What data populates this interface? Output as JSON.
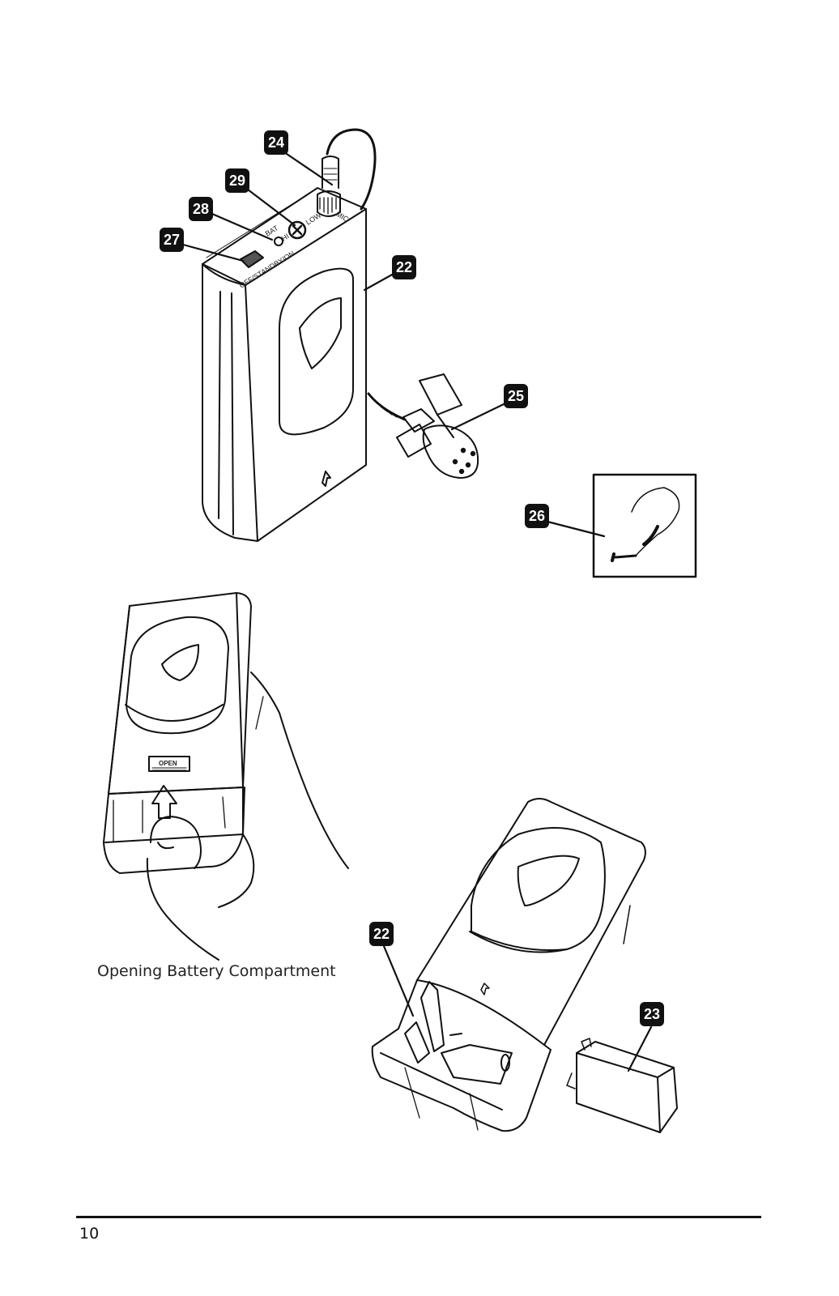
{
  "figure": {
    "callouts": {
      "c24": "24",
      "c29": "29",
      "c28": "28",
      "c27": "27",
      "c22_top": "22",
      "c25": "25",
      "c26": "26",
      "c22_bottom": "22",
      "c23": "23"
    },
    "device_labels": {
      "bat": "BAT",
      "hi": "HI",
      "low": "LOW",
      "mic": "MIC",
      "switch": "OFF/STANDBY/ON",
      "open": "OPEN"
    },
    "caption": "Opening Battery Compartment"
  },
  "footer": {
    "page_number": "10"
  }
}
